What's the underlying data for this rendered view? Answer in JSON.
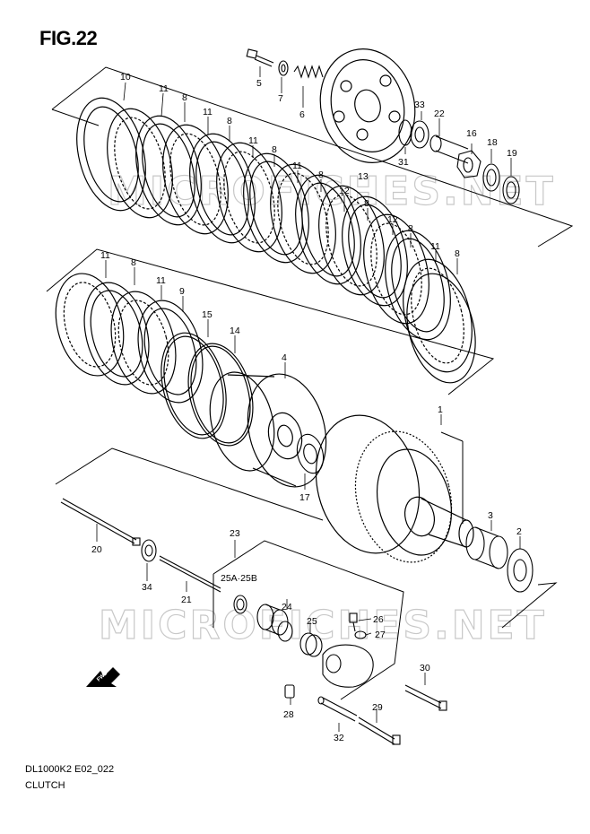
{
  "figure": {
    "title": "FIG.22",
    "model_code": "DL1000K2 E02_022",
    "section_name": "CLUTCH",
    "watermark": "MICROFICHES.NET",
    "fwd_label": "FWD"
  },
  "callouts": {
    "p1": "1",
    "p2": "2",
    "p3": "3",
    "p4": "4",
    "p5": "5",
    "p6": "6",
    "p7": "7",
    "p8a": "8",
    "p8b": "8",
    "p8c": "8",
    "p8d": "8",
    "p8e": "8",
    "p8f": "8",
    "p8g": "8",
    "p8h": "8",
    "p9": "9",
    "p10": "10",
    "p11a": "11",
    "p11b": "11",
    "p11c": "11",
    "p11d": "11",
    "p11e": "11",
    "p11f": "11",
    "p11g": "11",
    "p12a": "12",
    "p12b": "12",
    "p13": "13",
    "p14": "14",
    "p15": "15",
    "p16": "16",
    "p17": "17",
    "p18": "18",
    "p19": "19",
    "p20": "20",
    "p21": "21",
    "p22": "22",
    "p23": "23",
    "p24": "24",
    "p25": "25",
    "p25ab": "25A·25B",
    "p26": "26",
    "p27": "27",
    "p28": "28",
    "p29": "29",
    "p30": "30",
    "p31": "31",
    "p32": "32",
    "p33": "33",
    "p34": "34"
  }
}
